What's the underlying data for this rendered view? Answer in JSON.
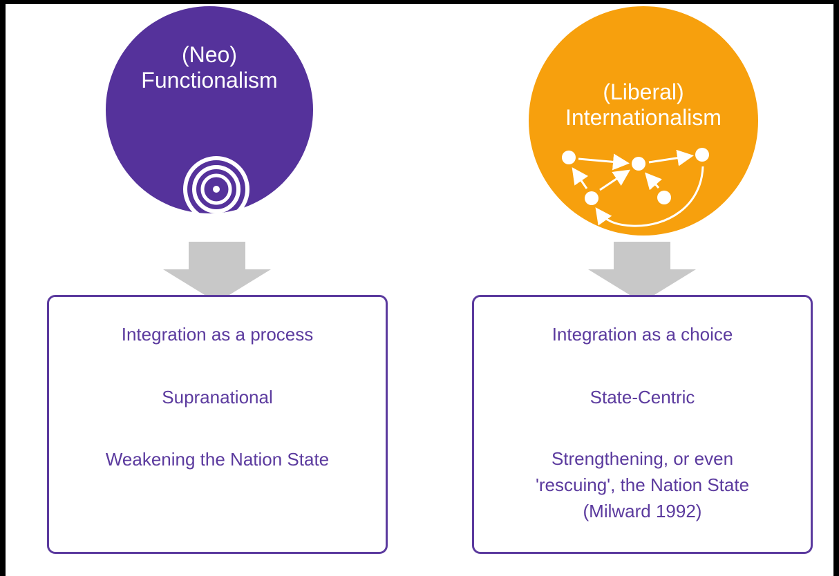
{
  "colors": {
    "neo_circle": "#55329b",
    "lib_circle": "#f7a00d",
    "box_border": "#5b3a9e",
    "text_purple": "#5b3a9e",
    "arrow": "#c8c8c8"
  },
  "neo": {
    "title_line1": "(Neo)",
    "title_line2": "Functionalism",
    "icon": "concentric-circles-icon",
    "points": [
      "Integration as a process",
      "Supranational",
      "Weakening the Nation State"
    ]
  },
  "lib": {
    "title_line1": "(Liberal)",
    "title_line2": "Internationalism",
    "icon": "network-graph-icon",
    "points": [
      "Integration as a choice",
      "State-Centric",
      "Strengthening, or even",
      "'rescuing', the Nation State",
      "(Milward 1992)"
    ]
  }
}
